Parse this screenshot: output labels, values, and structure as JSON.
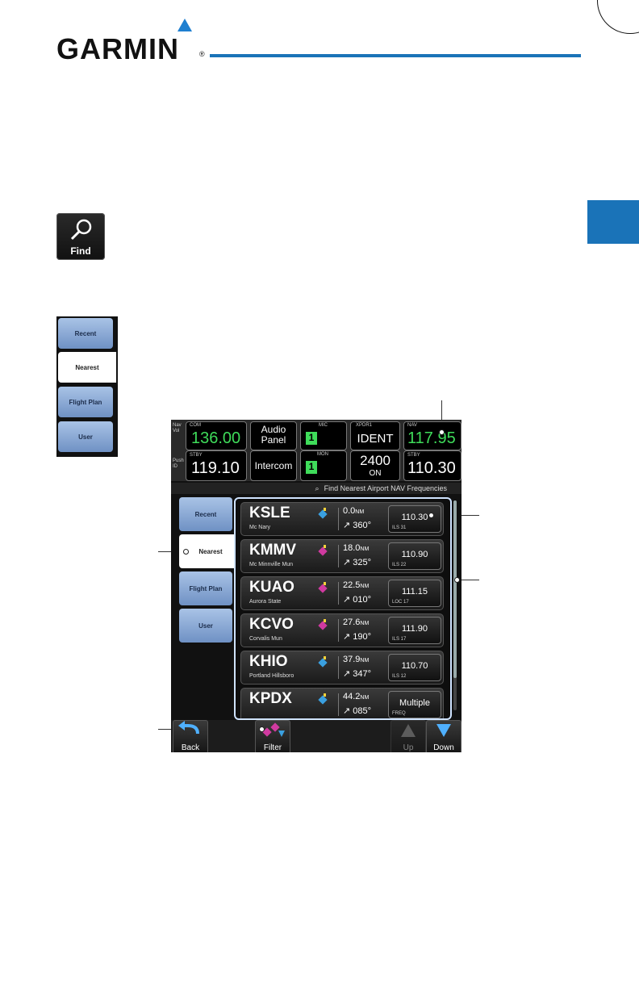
{
  "brand": {
    "logo_text": "GARMIN",
    "registered": "®"
  },
  "find_button": {
    "label": "Find",
    "icon": "magnifier-icon"
  },
  "small_tabs": [
    {
      "label": "Recent",
      "selected": false
    },
    {
      "label": "Nearest",
      "selected": true
    },
    {
      "label": "Flight Plan",
      "selected": false
    },
    {
      "label": "User",
      "selected": false
    }
  ],
  "status": {
    "nav_vol_label": "Nav Vol",
    "push_id_label": "Push ID",
    "com": {
      "label": "COM",
      "active": "136.00",
      "stby_label": "STBY",
      "standby": "119.10"
    },
    "audio_panel": "Audio Panel",
    "intercom": "Intercom",
    "mic": {
      "label": "MIC",
      "value": "1"
    },
    "mon": {
      "label": "MON",
      "value": "1"
    },
    "xpdr": {
      "label": "XPDR1",
      "ident": "IDENT",
      "code": "2400",
      "mode": "ON"
    },
    "nav": {
      "label": "NAV",
      "active": "117.95",
      "stby_label": "STBY",
      "standby": "110.30"
    }
  },
  "title_bar": {
    "icon": "magnifier-icon",
    "text": "Find Nearest Airport NAV Frequencies"
  },
  "screen_tabs": [
    {
      "label": "Recent",
      "selected": false
    },
    {
      "label": "Nearest",
      "selected": true
    },
    {
      "label": "Flight Plan",
      "selected": false
    },
    {
      "label": "User",
      "selected": false
    }
  ],
  "airports": [
    {
      "ident": "KSLE",
      "name": "Mc Nary",
      "dist": "0.0",
      "unit": "NM",
      "bearing": "360°",
      "freq": "110.30",
      "sub": "ILS 31",
      "diamond": "#3aa0e0"
    },
    {
      "ident": "KMMV",
      "name": "Mc Minnville Mun",
      "dist": "18.0",
      "unit": "NM",
      "bearing": "325°",
      "freq": "110.90",
      "sub": "ILS 22",
      "diamond": "#d03aa0"
    },
    {
      "ident": "KUAO",
      "name": "Aurora State",
      "dist": "22.5",
      "unit": "NM",
      "bearing": "010°",
      "freq": "111.15",
      "sub": "LOC 17",
      "diamond": "#d03aa0"
    },
    {
      "ident": "KCVO",
      "name": "Corvalis Mun",
      "dist": "27.6",
      "unit": "NM",
      "bearing": "190°",
      "freq": "111.90",
      "sub": "ILS 17",
      "diamond": "#d03aa0"
    },
    {
      "ident": "KHIO",
      "name": "Portland Hillsboro",
      "dist": "37.9",
      "unit": "NM",
      "bearing": "347°",
      "freq": "110.70",
      "sub": "ILS 12",
      "diamond": "#3aa0e0"
    },
    {
      "ident": "KPDX",
      "name": "",
      "dist": "44.2",
      "unit": "NM",
      "bearing": "085°",
      "freq": "Multiple",
      "sub": "FREQ",
      "diamond": "#3aa0e0"
    }
  ],
  "bottom": {
    "back": "Back",
    "filter": "Filter",
    "up": "Up",
    "down": "Down"
  },
  "colors": {
    "accent": "#1a73b8",
    "active_freq": "#3fdc5a",
    "tab_blue": "#8eaad8"
  }
}
